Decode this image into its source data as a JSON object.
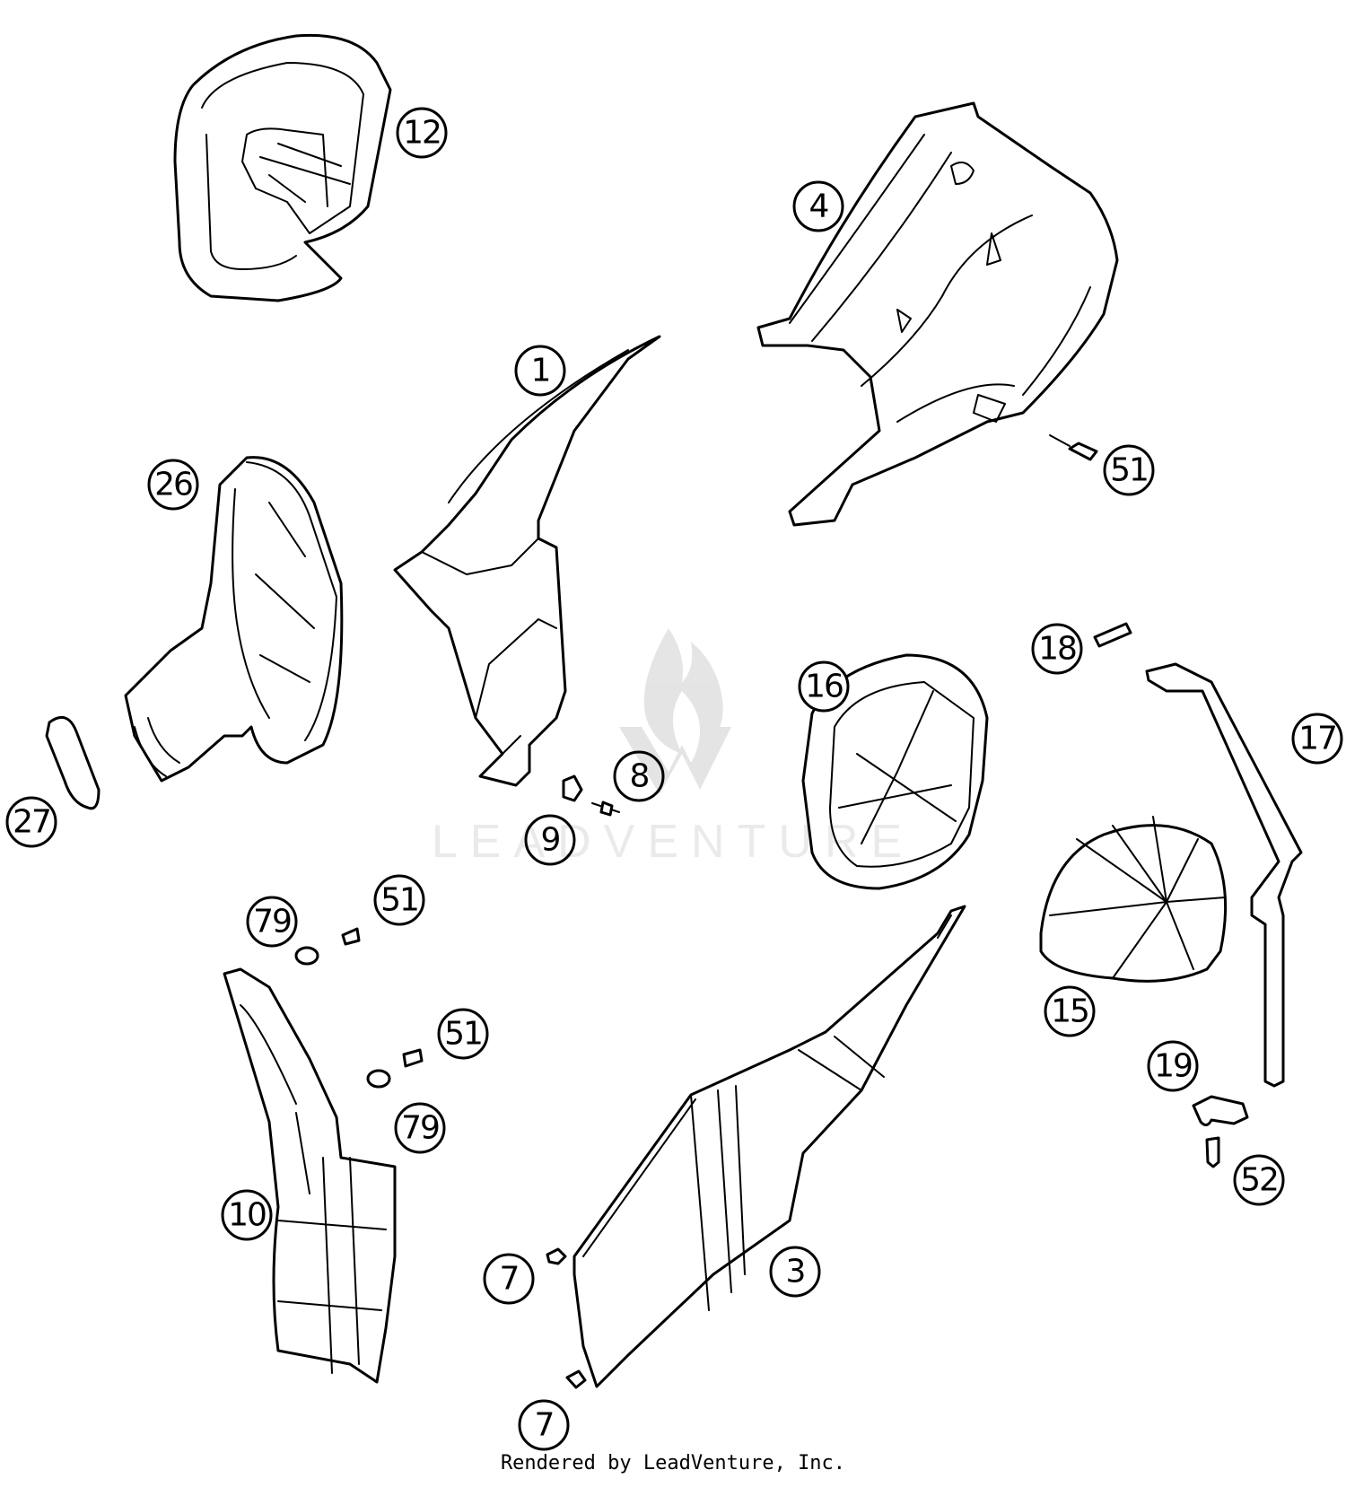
{
  "callouts": [
    {
      "id": "1",
      "label": "1"
    },
    {
      "id": "3",
      "label": "3"
    },
    {
      "id": "4",
      "label": "4"
    },
    {
      "id": "7a",
      "label": "7"
    },
    {
      "id": "7b",
      "label": "7"
    },
    {
      "id": "8",
      "label": "8"
    },
    {
      "id": "9",
      "label": "9"
    },
    {
      "id": "10",
      "label": "10"
    },
    {
      "id": "12",
      "label": "12"
    },
    {
      "id": "15",
      "label": "15"
    },
    {
      "id": "16",
      "label": "16"
    },
    {
      "id": "17",
      "label": "17"
    },
    {
      "id": "18",
      "label": "18"
    },
    {
      "id": "19",
      "label": "19"
    },
    {
      "id": "26",
      "label": "26"
    },
    {
      "id": "27",
      "label": "27"
    },
    {
      "id": "51a",
      "label": "51"
    },
    {
      "id": "51b",
      "label": "51"
    },
    {
      "id": "51c",
      "label": "51"
    },
    {
      "id": "52",
      "label": "52"
    },
    {
      "id": "79a",
      "label": "79"
    },
    {
      "id": "79b",
      "label": "79"
    }
  ],
  "watermark": "LEADVENTURE",
  "footer": "Rendered by LeadVenture, Inc."
}
